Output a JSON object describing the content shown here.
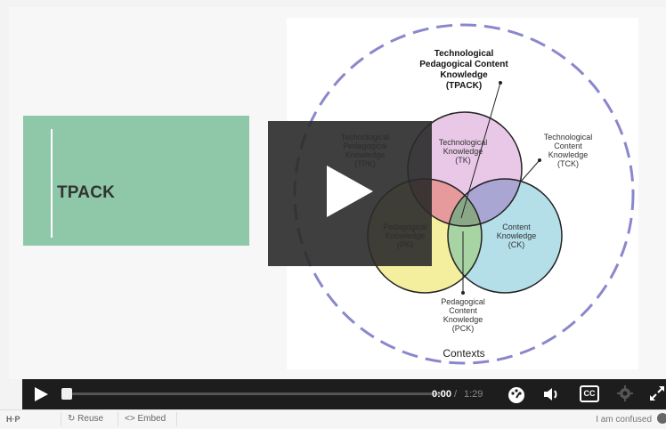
{
  "slide": {
    "title": "TPACK"
  },
  "diagram": {
    "tpack_lines": [
      "Technological",
      "Pedagogical Content",
      "Knowledge",
      "(TPACK)"
    ],
    "tpk_lines": [
      "Technological",
      "Pedagogical",
      "Knowledge",
      "(TPK)"
    ],
    "tk_lines": [
      "Technological",
      "Knowledge",
      "(TK)"
    ],
    "tck_lines": [
      "Technological",
      "Content",
      "Knowledge",
      "(TCK)"
    ],
    "pk_lines": [
      "Pedagogical",
      "Knowledge",
      "(PK)"
    ],
    "ck_lines": [
      "Content",
      "Knowledge",
      "(CK)"
    ],
    "pck_lines": [
      "Pedagogical",
      "Content",
      "Knowledge",
      "(PCK)"
    ],
    "contexts_label": "Contexts",
    "colors": {
      "tk": "#e8c8e6",
      "pk": "#f4ef9e",
      "ck": "#b4dfe9",
      "tpk": "#e69a9c",
      "tck": "#a9a6d4",
      "pck": "#a8d3a2",
      "center": "#8aa888",
      "dash": "#8a87cc"
    }
  },
  "player": {
    "time_current": "0:00",
    "time_separator": "/",
    "time_total": "1:29",
    "cc_label": "CC",
    "progress": 0.0
  },
  "footer": {
    "logo": "H·P",
    "reuse_label": "Reuse",
    "embed_label": "Embed",
    "confused_label": "I am confused"
  }
}
